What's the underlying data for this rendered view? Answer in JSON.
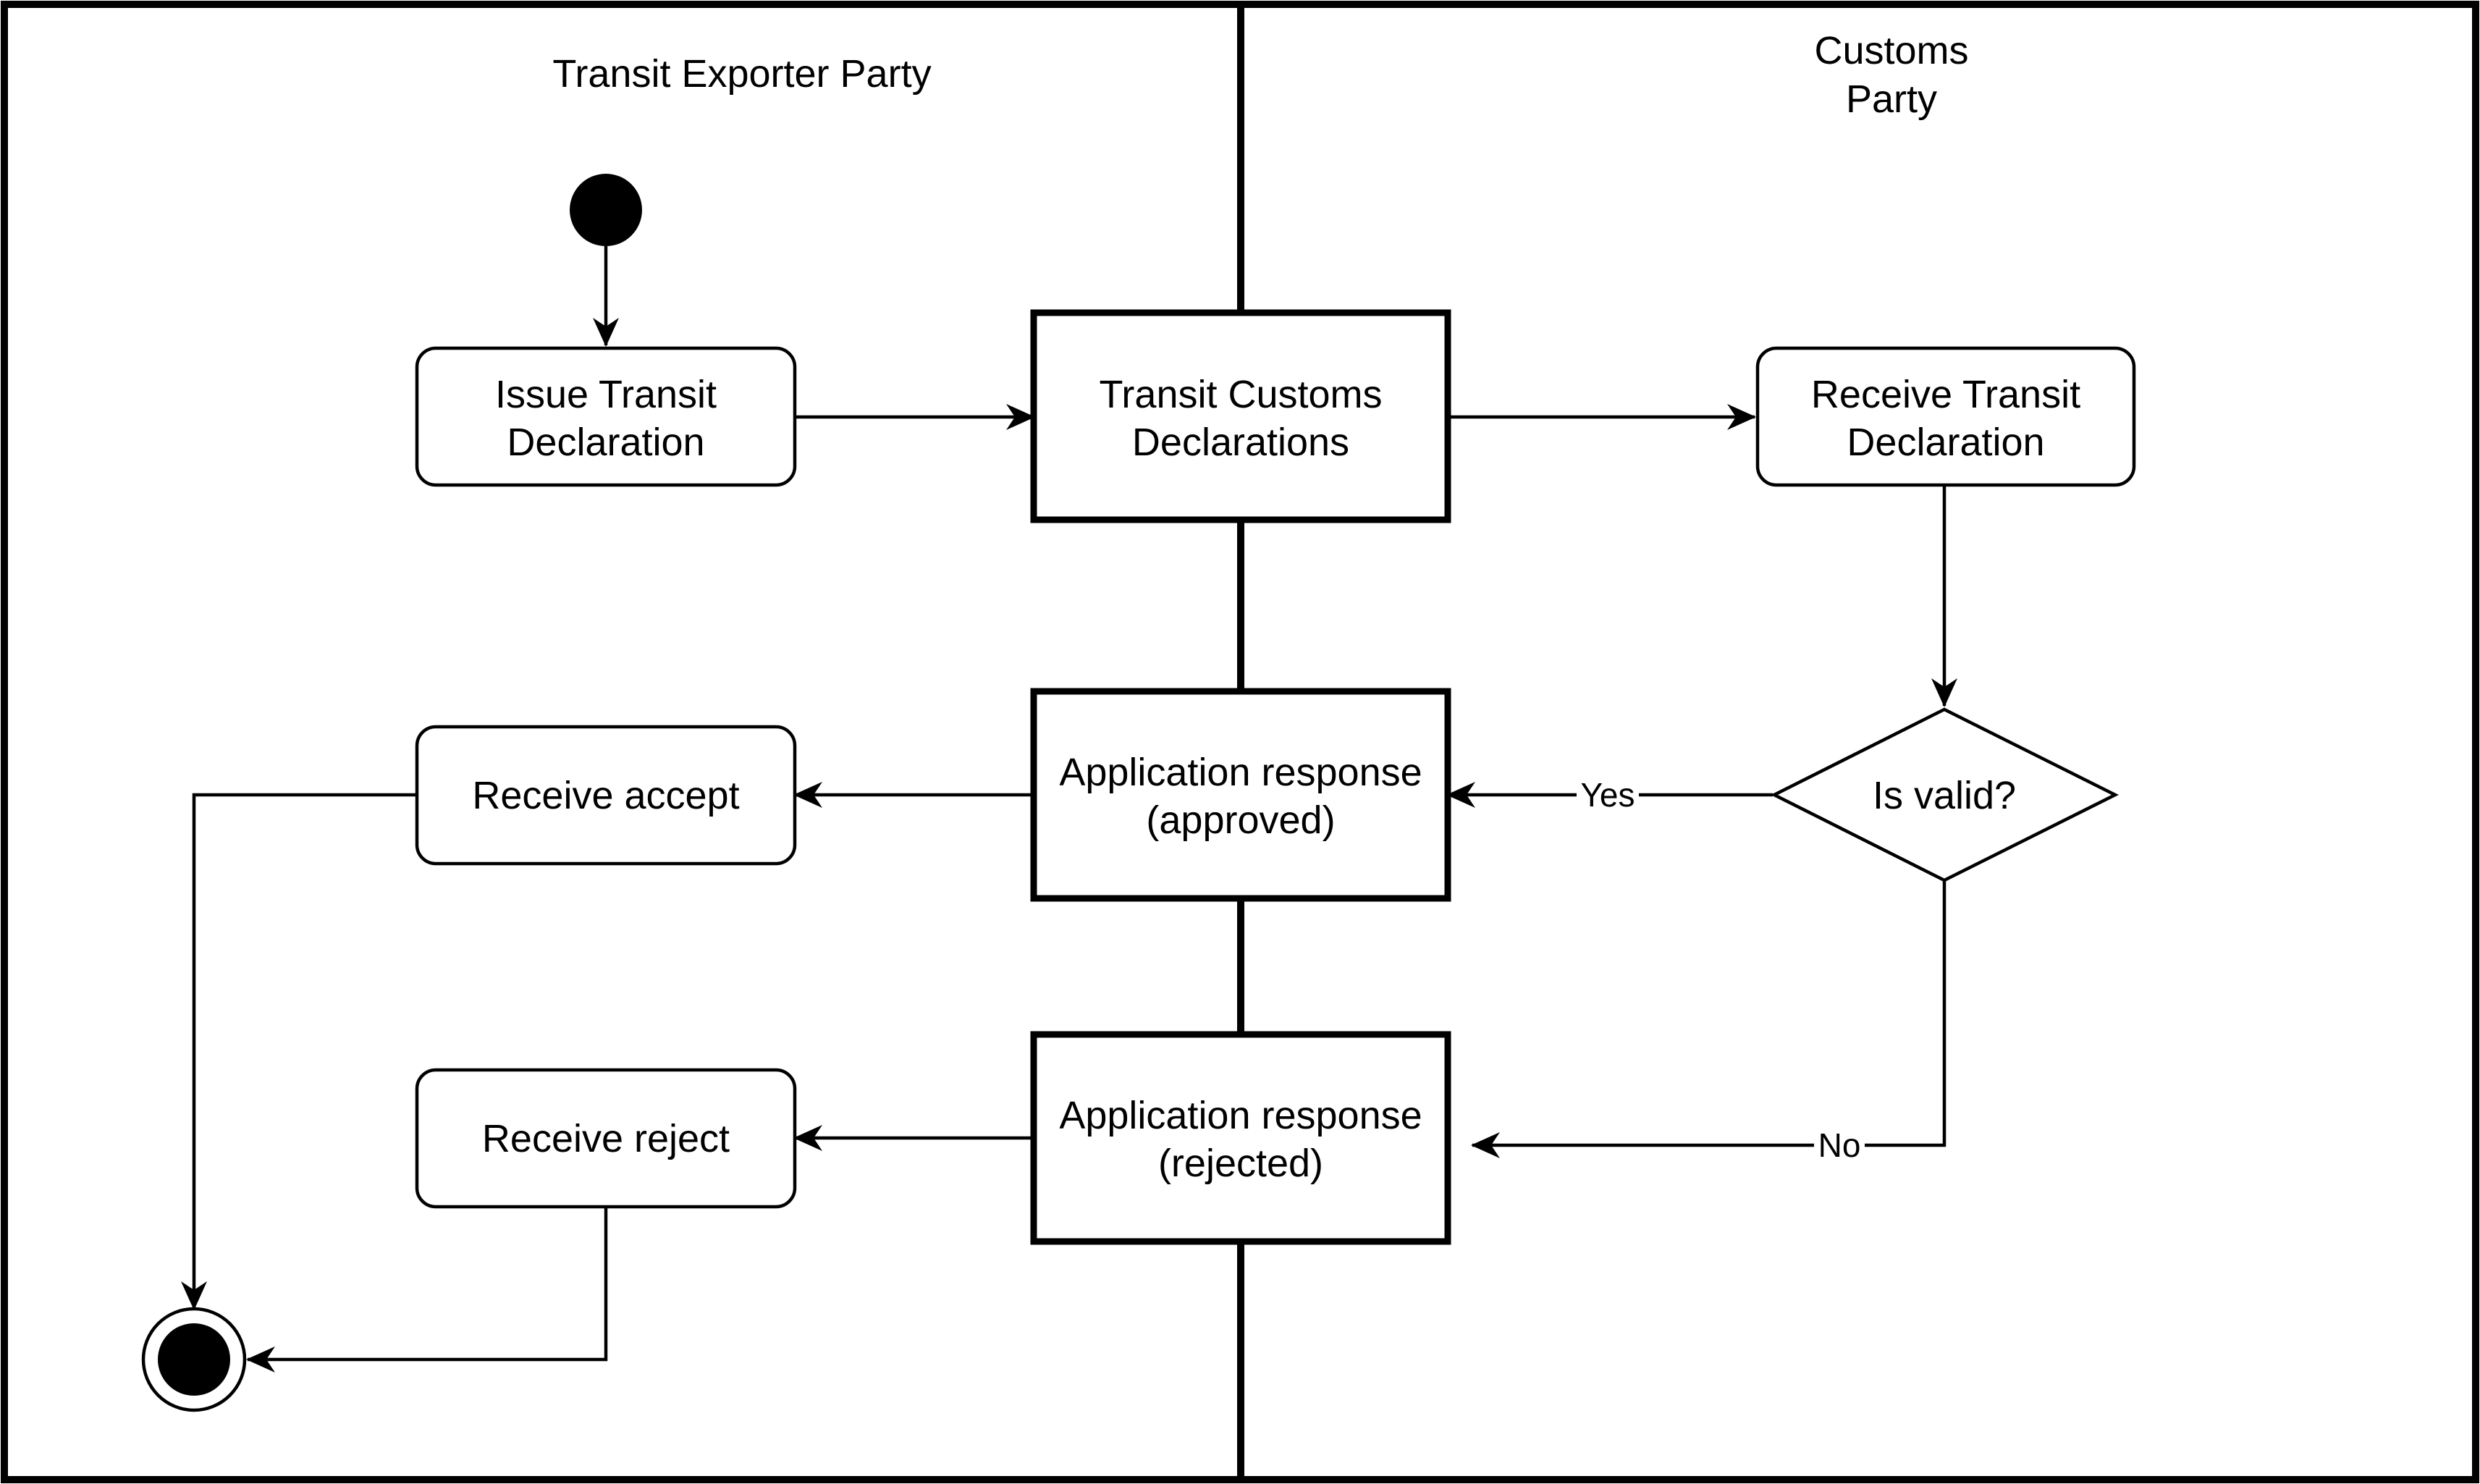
{
  "lanes": {
    "exporter": {
      "title": "Transit Exporter Party"
    },
    "customs": {
      "title_line1": "Customs",
      "title_line2": "Party"
    }
  },
  "nodes": {
    "issue": {
      "line1": "Issue Transit",
      "line2": "Declaration"
    },
    "customs_decl": {
      "line1": "Transit Customs",
      "line2": "Declarations"
    },
    "receive_decl": {
      "line1": "Receive Transit",
      "line2": "Declaration"
    },
    "decision": {
      "label": "Is valid?"
    },
    "app_approved": {
      "line1": "Application response",
      "line2": "(approved)"
    },
    "receive_accept": {
      "label": "Receive accept"
    },
    "app_rejected": {
      "line1": "Application response",
      "line2": "(rejected)"
    },
    "receive_reject": {
      "label": "Receive reject"
    }
  },
  "edges": {
    "yes_label": "Yes",
    "no_label": "No"
  },
  "colors": {
    "stroke": "#000000",
    "background": "#ffffff"
  }
}
